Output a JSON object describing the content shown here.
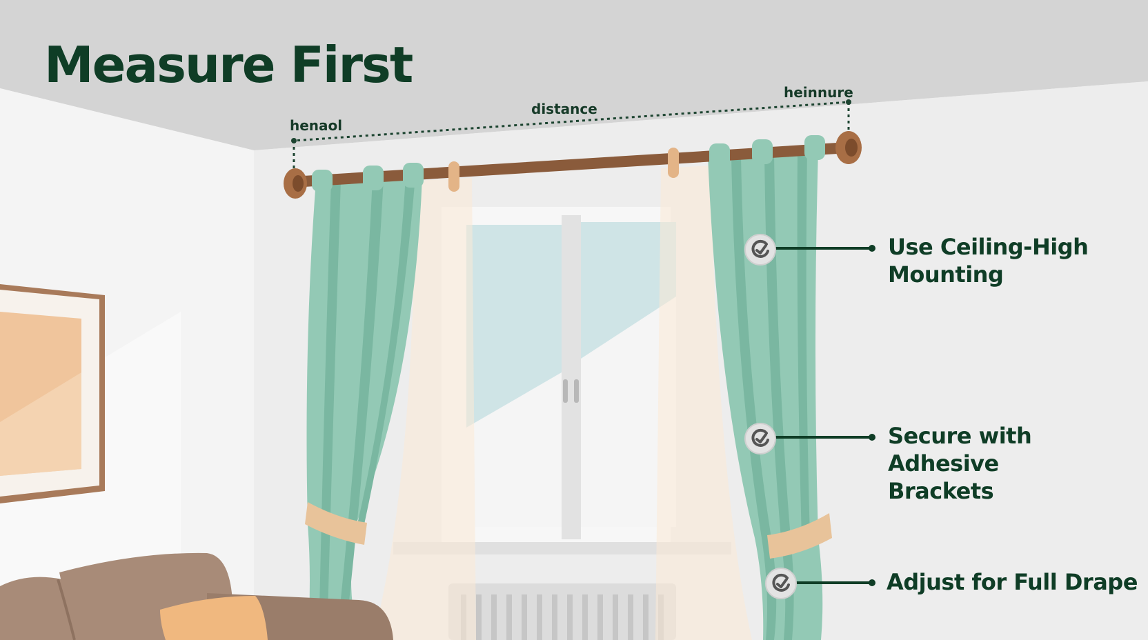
{
  "title": "Measure First",
  "measurement_labels": {
    "left": "henaol",
    "middle": "distance",
    "right": "heinnure"
  },
  "tips": [
    {
      "line1": "Use Ceiling-High",
      "line2": "Mounting",
      "icon": "check-badge-icon"
    },
    {
      "line1": "Secure with Adhesive",
      "line2": "Brackets",
      "icon": "check-badge-icon"
    },
    {
      "line1": "Adjust for Full Drape",
      "line2": "",
      "icon": "check-badge-icon"
    }
  ],
  "colors": {
    "title_text": "#0f3d26",
    "curtain": "#93c9b5",
    "curtain_shade": "#7ab7a1",
    "rod": "#8a5b3b",
    "tieback": "#e8c39a",
    "ceiling": "#d3d3d3",
    "wall": "#efefef",
    "sofa": "#a88b78",
    "pillow": "#f0b87f"
  }
}
